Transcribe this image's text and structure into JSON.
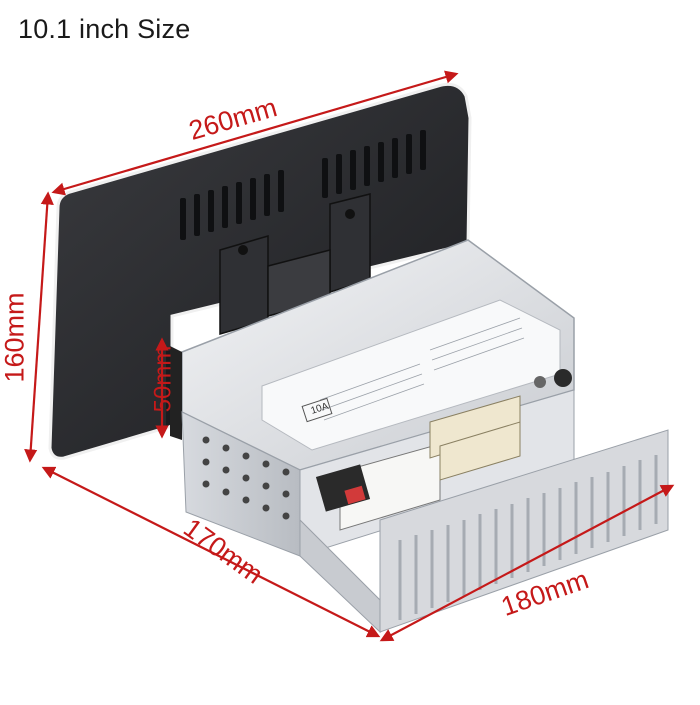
{
  "title": "10.1 inch Size",
  "dimensions": {
    "width": "260mm",
    "height": "160mm",
    "depth": "50mm",
    "side_length": "170mm",
    "front_length": "180mm"
  },
  "colors": {
    "dimension_lines": "#c51919",
    "screen_back": "#2a2b2e",
    "chassis": "#e6e8eb",
    "heatsink": "#d9dbdf"
  },
  "label_text": {
    "fuse": "10A"
  }
}
